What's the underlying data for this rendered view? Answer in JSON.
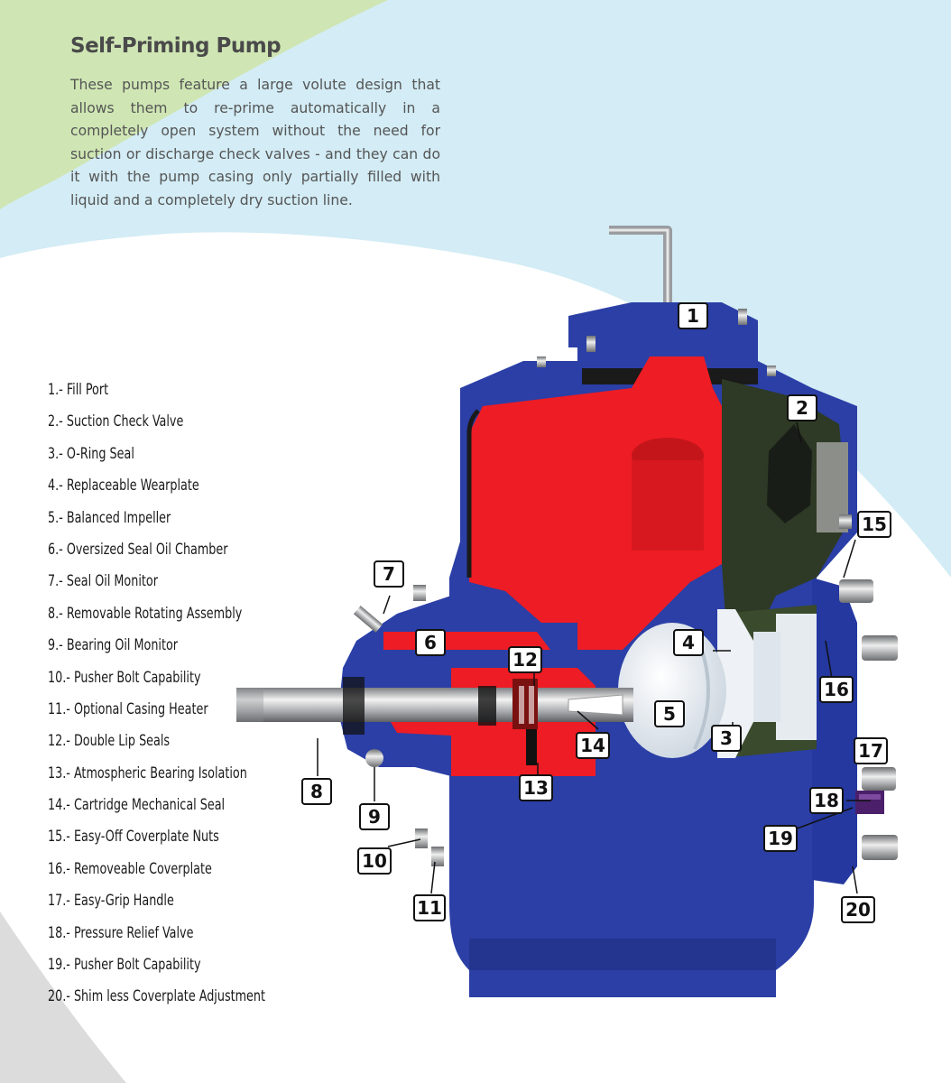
{
  "title": "Self-Priming Pump",
  "description": "These pumps feature a large volute design that allows them to re-prime automatically in a completely open system without the need for suction or discharge check valves - and they can do it with the pump casing only partially filled with liquid and a completely dry suction line.",
  "legend": [
    "1.- Fill Port",
    "2.- Suction Check Valve",
    "3.- O-Ring Seal",
    "4.- Replaceable Wearplate",
    "5.- Balanced Impeller",
    "6.- Oversized Seal Oil Chamber",
    "7.- Seal Oil Monitor",
    "8.- Removable Rotating Assembly",
    "9.- Bearing Oil Monitor",
    "10.- Pusher Bolt Capability",
    "11.- Optional Casing Heater",
    "12.- Double Lip Seals",
    "13.- Atmospheric Bearing Isolation",
    "14.- Cartridge Mechanical Seal",
    "15.- Easy-Off Coverplate Nuts",
    "16.- Removeable Coverplate",
    "17.- Easy-Grip Handle",
    "18.- Pressure Relief Valve",
    "19.- Pusher Bolt Capability",
    "20.- Shim less Coverplate Adjustment"
  ],
  "callouts": [
    "1",
    "2",
    "3",
    "4",
    "5",
    "6",
    "7",
    "8",
    "9",
    "10",
    "11",
    "12",
    "13",
    "14",
    "15",
    "16",
    "17",
    "18",
    "19",
    "20"
  ],
  "colors": {
    "background_green": "#cfe6b4",
    "background_blue": "#d3ecf5",
    "pump_blue": "#2b3fa6",
    "pump_red": "#ee1c24",
    "impeller_white": "#e9eef4",
    "gear_dark": "#2e3a25"
  }
}
